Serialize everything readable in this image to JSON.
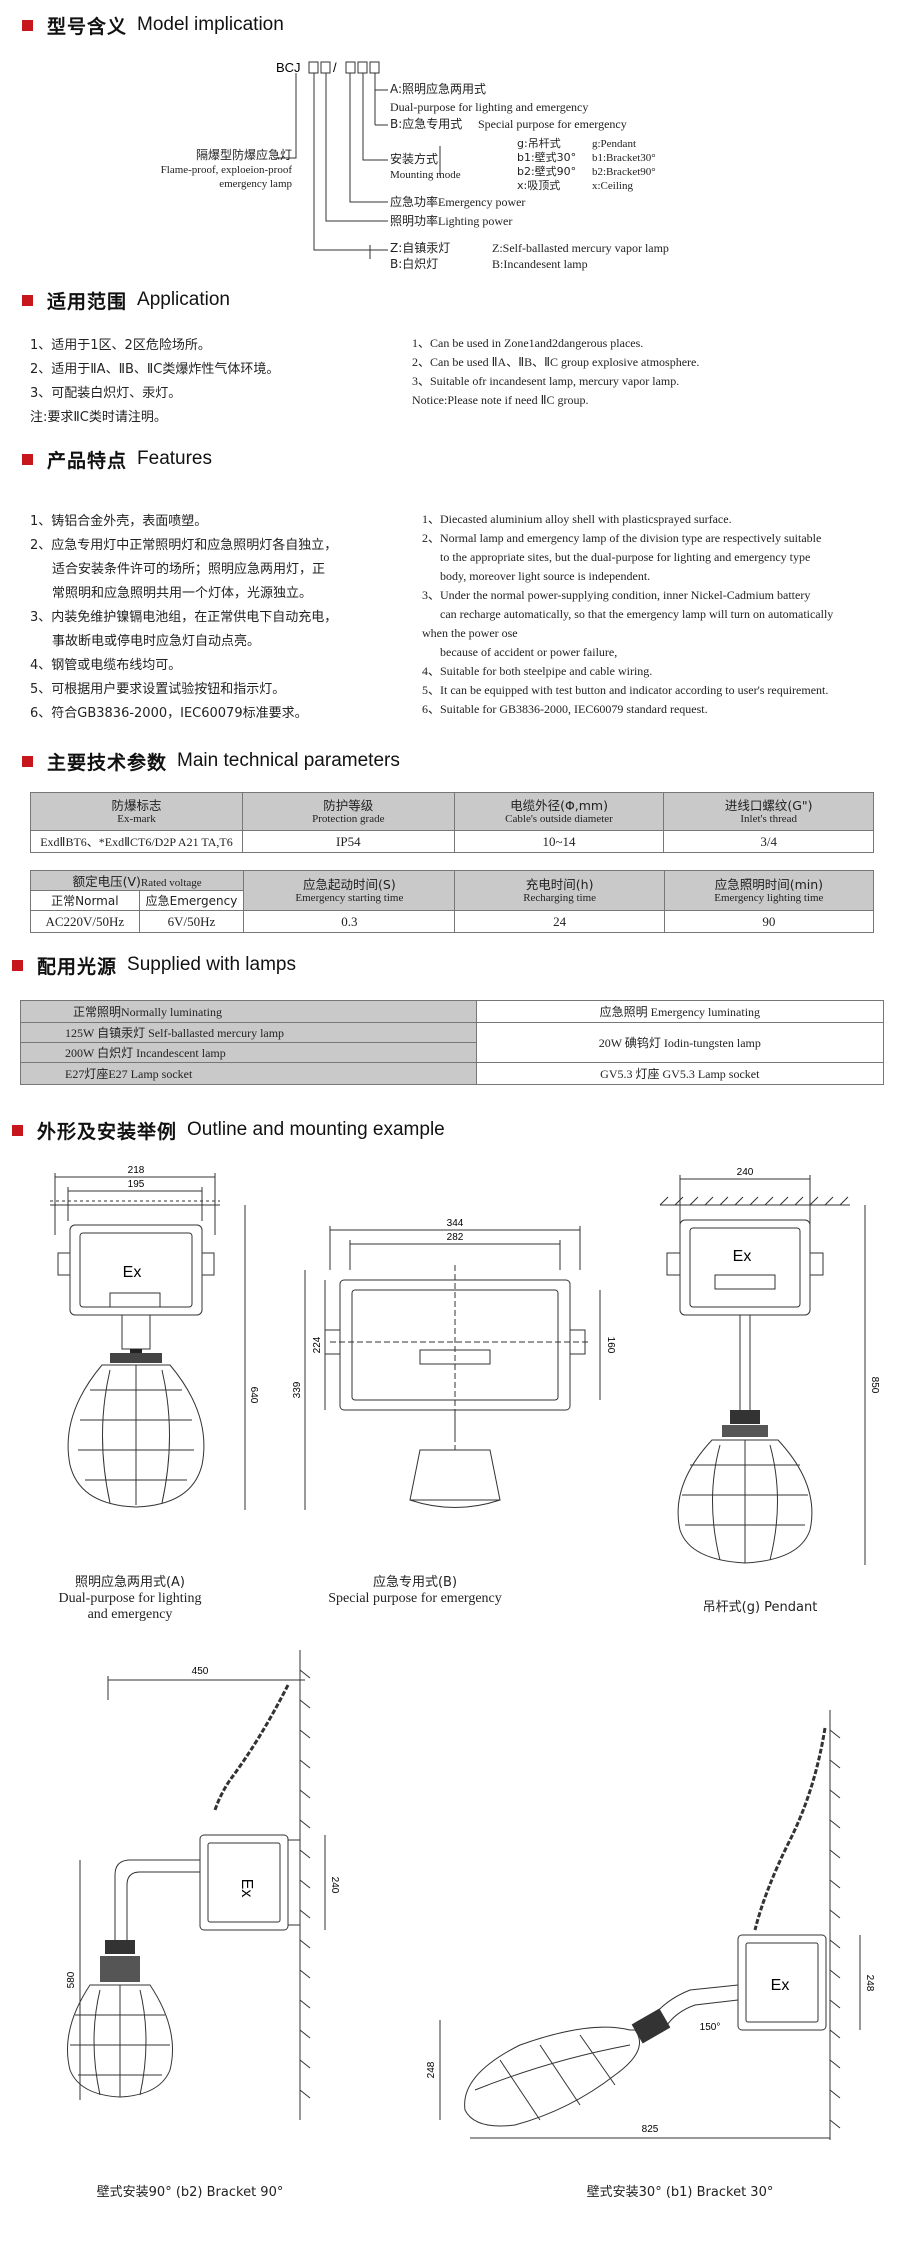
{
  "sections": {
    "model": {
      "cn": "型号含义",
      "en": "Model implication"
    },
    "application": {
      "cn": "适用范围",
      "en": "Application"
    },
    "features": {
      "cn": "产品特点",
      "en": "Features"
    },
    "params": {
      "cn": "主要技术参数",
      "en": "Main technical parameters"
    },
    "lamps": {
      "cn": "配用光源",
      "en": "Supplied with lamps"
    },
    "outline": {
      "cn": "外形及安装举例",
      "en": "Outline and mounting example"
    }
  },
  "model": {
    "code": "BCJ",
    "boxes1": "□□/□□□",
    "a_cn": "A:照明应急两用式",
    "a_en": "Dual-purpose for lighting and emergency",
    "b_cn": "B:应急专用式",
    "b_en": "Special purpose for emergency",
    "name_cn": "隔爆型防爆应急灯",
    "name_en1": "Flame-proof, exploeion-proof",
    "name_en2": "emergency lamp",
    "mount_cn": "安装方式",
    "mount_en": "Mounting mode",
    "g_cn": "g:吊杆式",
    "g_en": "g:Pendant",
    "b1_cn": "b1:壁式30°",
    "b1_en": "b1:Bracket30°",
    "b2_cn": "b2:壁式90°",
    "b2_en": "b2:Bracket90°",
    "x_cn": "x:吸顶式",
    "x_en": "x:Ceiling",
    "emerg_cn": "应急功率",
    "emerg_en": "Emergency power",
    "light_cn": "照明功率",
    "light_en": "Lighting power",
    "z_cn": "Z:自镇汞灯",
    "z_en": "Z:Self-ballasted mercury vapor lamp",
    "bb_cn": "B:白炽灯",
    "bb_en": "B:Incandesent lamp"
  },
  "application": {
    "cn": [
      "1、适用于1区、2区危险场所。",
      "2、适用于ⅡA、ⅡB、ⅡC类爆炸性气体环境。",
      "3、可配装白炽灯、汞灯。",
      "注:要求ⅡC类时请注明。"
    ],
    "en": [
      "1、Can be used in Zone1and2dangerous places.",
      "2、Can be used ⅡA、ⅡB、ⅡC group explosive atmosphere.",
      "3、Suitable ofr incandesent lamp, mercury vapor lamp.",
      "Notice:Please note if need ⅡC group."
    ]
  },
  "features": {
    "cn": [
      "1、铸铝合金外壳，表面喷塑。",
      "2、应急专用灯中正常照明灯和应急照明灯各自独立，",
      "适合安装条件许可的场所；照明应急两用灯，正",
      "常照明和应急照明共用一个灯体，光源独立。",
      "3、内装免维护镍镉电池组，在正常供电下自动充电，",
      "事故断电或停电时应急灯自动点亮。",
      "4、钢管或电缆布线均可。",
      "5、可根据用户要求设置试验按钮和指示灯。",
      "6、符合GB3836-2000，IEC60079标准要求。"
    ],
    "en": [
      "1、Diecasted aluminium alloy shell with plasticsprayed surface.",
      "2、Normal lamp and emergency lamp of the division type are respectively suitable",
      "to the appropriate sites, but the dual-purpose for lighting and emergency type",
      "body, moreover light source is independent.",
      "3、Under the normal power-supplying condition, inner Nickel-Cadmium battery",
      "can recharge automatically, so that the emergency lamp will turn on automatically",
      "when the power ose",
      "because of accident or power failure,",
      "4、Suitable for both steelpipe and cable wiring.",
      "5、It can be equipped with test button and indicator according to user's requirement.",
      "6、Suitable for GB3836-2000, IEC60079 standard request."
    ]
  },
  "params_table1": {
    "headers": [
      {
        "cn": "防爆标志",
        "en": "Ex-mark"
      },
      {
        "cn": "防护等级",
        "en": "Protection grade"
      },
      {
        "cn": "电缆外径(Φ,mm)",
        "en": "Cable's outside diameter"
      },
      {
        "cn": "进线口螺纹(G\")",
        "en": "Inlet's thread"
      }
    ],
    "row": [
      "ExdⅡBT6、*ExdⅡCT6/D2P A21 TA,T6",
      "IP54",
      "10~14",
      "3/4"
    ]
  },
  "params_table2": {
    "rated_cn": "额定电压(V)",
    "rated_en": "Rated voltage",
    "normal": "正常Normal",
    "emergency": "应急Emergency",
    "headers": [
      {
        "cn": "应急起动时间(S)",
        "en": "Emergency starting time"
      },
      {
        "cn": "充电时间(h)",
        "en": "Recharging time"
      },
      {
        "cn": "应急照明时间(min)",
        "en": "Emergency lighting time"
      }
    ],
    "row": [
      "AC220V/50Hz",
      "6V/50Hz",
      "0.3",
      "24",
      "90"
    ]
  },
  "lamps_table": {
    "left_header": "正常照明Normally luminating",
    "right_header": "应急照明 Emergency luminating",
    "left_rows": [
      "125W 自镇汞灯 Self-ballasted mercury lamp",
      "200W 白炽灯 Incandescent lamp",
      "E27灯座E27 Lamp socket"
    ],
    "right_rows": [
      "20W 碘钨灯 Iodin-tungsten lamp",
      "GV5.3 灯座 GV5.3 Lamp socket"
    ]
  },
  "drawings": {
    "a": {
      "cap_cn": "照明应急两用式(A)",
      "cap_en1": "Dual-purpose for lighting",
      "cap_en2": "and emergency",
      "dim_w1": "218",
      "dim_w2": "195",
      "dim_h": "640",
      "ex": "Ex"
    },
    "b": {
      "cap_cn": "应急专用式(B)",
      "cap_en": "Special purpose for emergency",
      "dim_w1": "344",
      "dim_w2": "282",
      "dim_h1": "339",
      "dim_h2": "224",
      "dim_h3": "160"
    },
    "g": {
      "cap": "吊杆式(g) Pendant",
      "dim_w": "240",
      "dim_h": "850",
      "ex": "Ex"
    },
    "b2": {
      "cap": "壁式安装90° (b2) Bracket 90°",
      "dim_w": "450",
      "dim_h1": "240",
      "dim_h2": "580",
      "ex": "Ex"
    },
    "b1": {
      "cap": "壁式安装30° (b1) Bracket 30°",
      "dim_w": "825",
      "dim_h1": "248",
      "dim_h2": "248",
      "angle": "150°",
      "ex": "Ex"
    }
  }
}
